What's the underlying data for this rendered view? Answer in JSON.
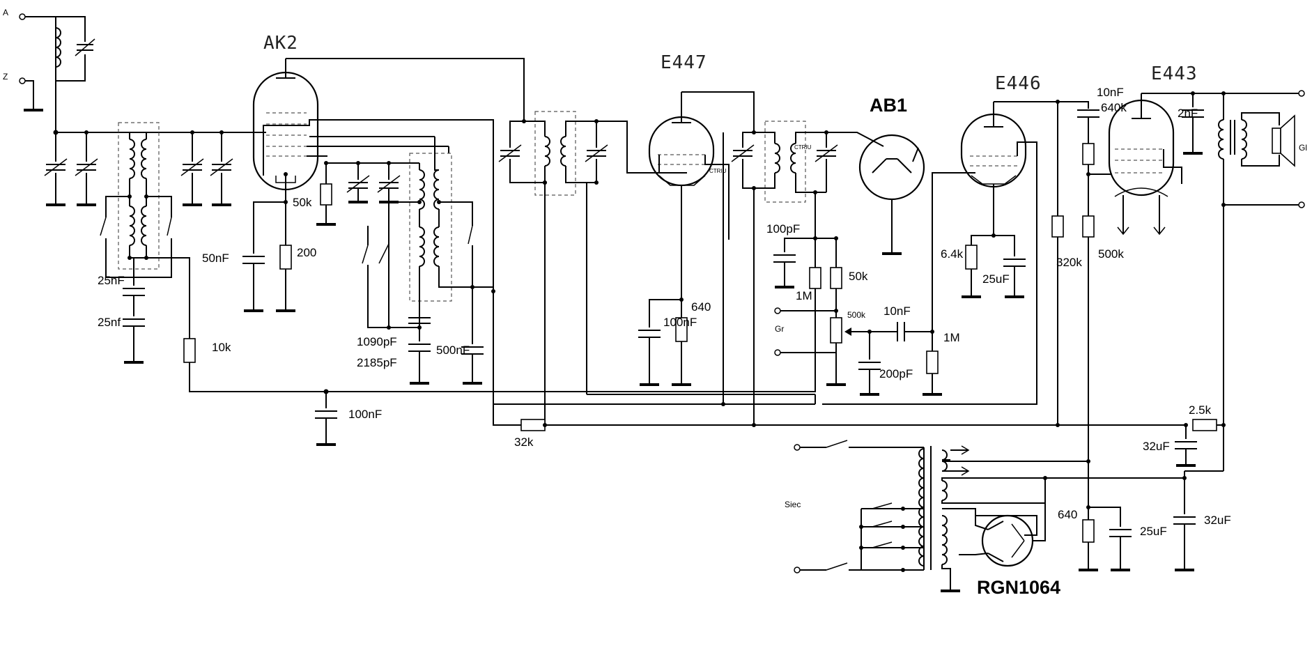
{
  "terminals": {
    "antenna": "A",
    "ground": "Z",
    "mains_switch": "Siec",
    "pickup": "Gr",
    "speaker": "Gl"
  },
  "tubes": {
    "mixer": "AK2",
    "if_amp": "E447",
    "detector": "AB1",
    "af_amp": "E446",
    "output": "E443",
    "rectifier": "RGN1064"
  },
  "if_note": "CTRIU",
  "components": {
    "c_25nF_a": "25nF",
    "c_25nf_b": "25nf",
    "r_10k": "10k",
    "c_50nF": "50nF",
    "r_200": "200",
    "r_50k_a": "50k",
    "c_1090pF": "1090pF",
    "c_2185pF": "2185pF",
    "c_500nF": "500nF",
    "c_100nF_a": "100nF",
    "r_32k": "32k",
    "r_640_a": "640",
    "c_100nF_b": "100nF",
    "c_100pF": "100pF",
    "r_1M_a": "1M",
    "r_50k_b": "50k",
    "pot_500k": "500k",
    "c_10nF_a": "10nF",
    "r_1M_b": "1M",
    "c_200pF": "200pF",
    "r_6_4k": "6.4k",
    "c_25uF_a": "25uF",
    "r_320k": "320k",
    "c_10nF_b": "10nF",
    "r_640k": "640k",
    "r_500k": "500k",
    "c_2nF": "2nF",
    "r_2_5k": "2.5k",
    "c_32uF_a": "32uF",
    "r_640_b": "640",
    "c_25uF_b": "25uF",
    "c_32uF_b": "32uF"
  }
}
